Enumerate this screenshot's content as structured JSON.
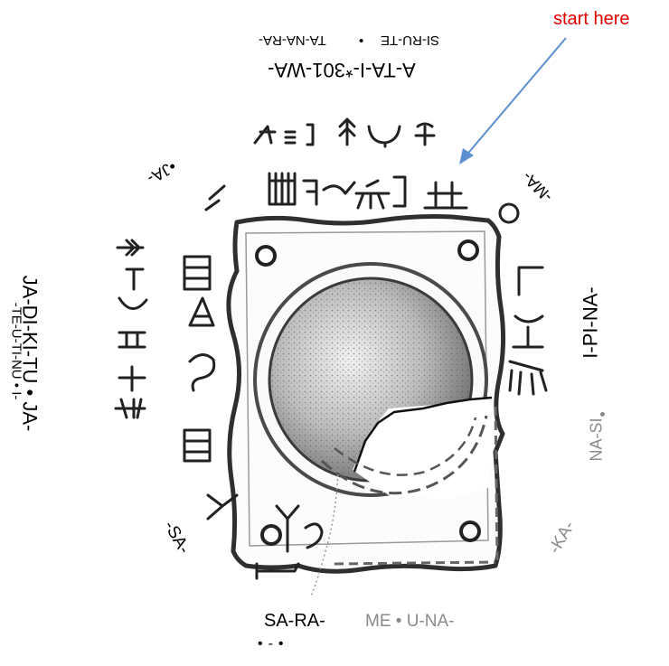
{
  "annotation": {
    "start_label": "start here",
    "start_color": "#e60000",
    "arrow_color": "#5b8fcf"
  },
  "inscription": {
    "top_main": "A-TA-I-*301-WA-",
    "top_sub_left": "SI-RU-TE",
    "top_sub_right": "TA-NA-RA-",
    "top_right_corner": "-MA-",
    "right_main": "I-PI-NA-",
    "right_sub": "NA-SI",
    "bottom_right_corner": "-KA-",
    "bottom_main": "SA-RA-",
    "bottom_sub": "ME • U-NA-",
    "bottom_dots": "•-•",
    "bottom_left_corner": "-SA-",
    "left_main": "JA-DI-KI-TU  •  JA-",
    "left_sub": "-TE-U-TI-NU • I-",
    "top_left_corner": "•JA-",
    "separator": "•"
  },
  "colors": {
    "ink": "#000000",
    "muted": "#8a8a8a",
    "stone_outline": "#333333"
  }
}
